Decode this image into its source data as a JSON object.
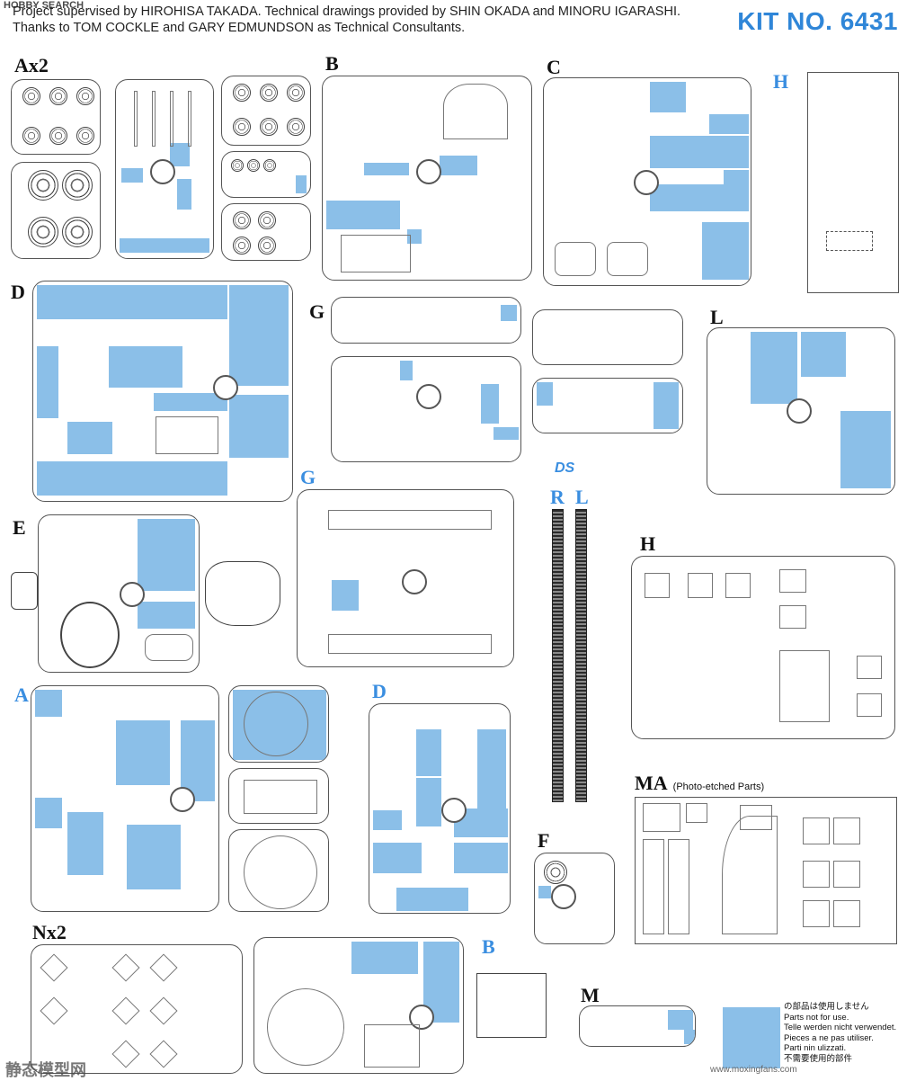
{
  "header": {
    "credits_line1": "Project supervised by HIROHISA TAKADA. Technical drawings provided by SHIN OKADA and MINORU IGARASHI.",
    "credits_line2": "Thanks to TOM COCKLE and GARY EDMUNDSON as Technical Consultants.",
    "kit_number": "KIT NO. 6431",
    "watermark": "HOBBY SEARCH"
  },
  "sprue_labels": {
    "ax2": "Ax2",
    "b": "B",
    "c": "C",
    "h_top": "H",
    "d": "D",
    "g": "G",
    "l": "L",
    "e": "E",
    "g_blue": "G",
    "r": "R",
    "l_track": "L",
    "h": "H",
    "a_blue": "A",
    "d_blue": "D",
    "ma": "MA",
    "ma_note": "(Photo-etched Parts)",
    "f": "F",
    "nx2": "Nx2",
    "b_blue": "B",
    "m": "M"
  },
  "logo_ds": "DS",
  "legend": {
    "lines": [
      "の部品は使用しません",
      "Parts not for use.",
      "Telle werden nicht verwendet.",
      "Pieces a ne pas utiliser.",
      "Parti nin ulizzati.",
      "不需要使用的部件"
    ]
  },
  "footer": {
    "watermark_cn": "静态模型网",
    "url": "www.moxingfans.com"
  },
  "colors": {
    "highlight": "#8bbfe8",
    "label_blue": "#3a8ee0",
    "kit_blue": "#2f86d8"
  }
}
